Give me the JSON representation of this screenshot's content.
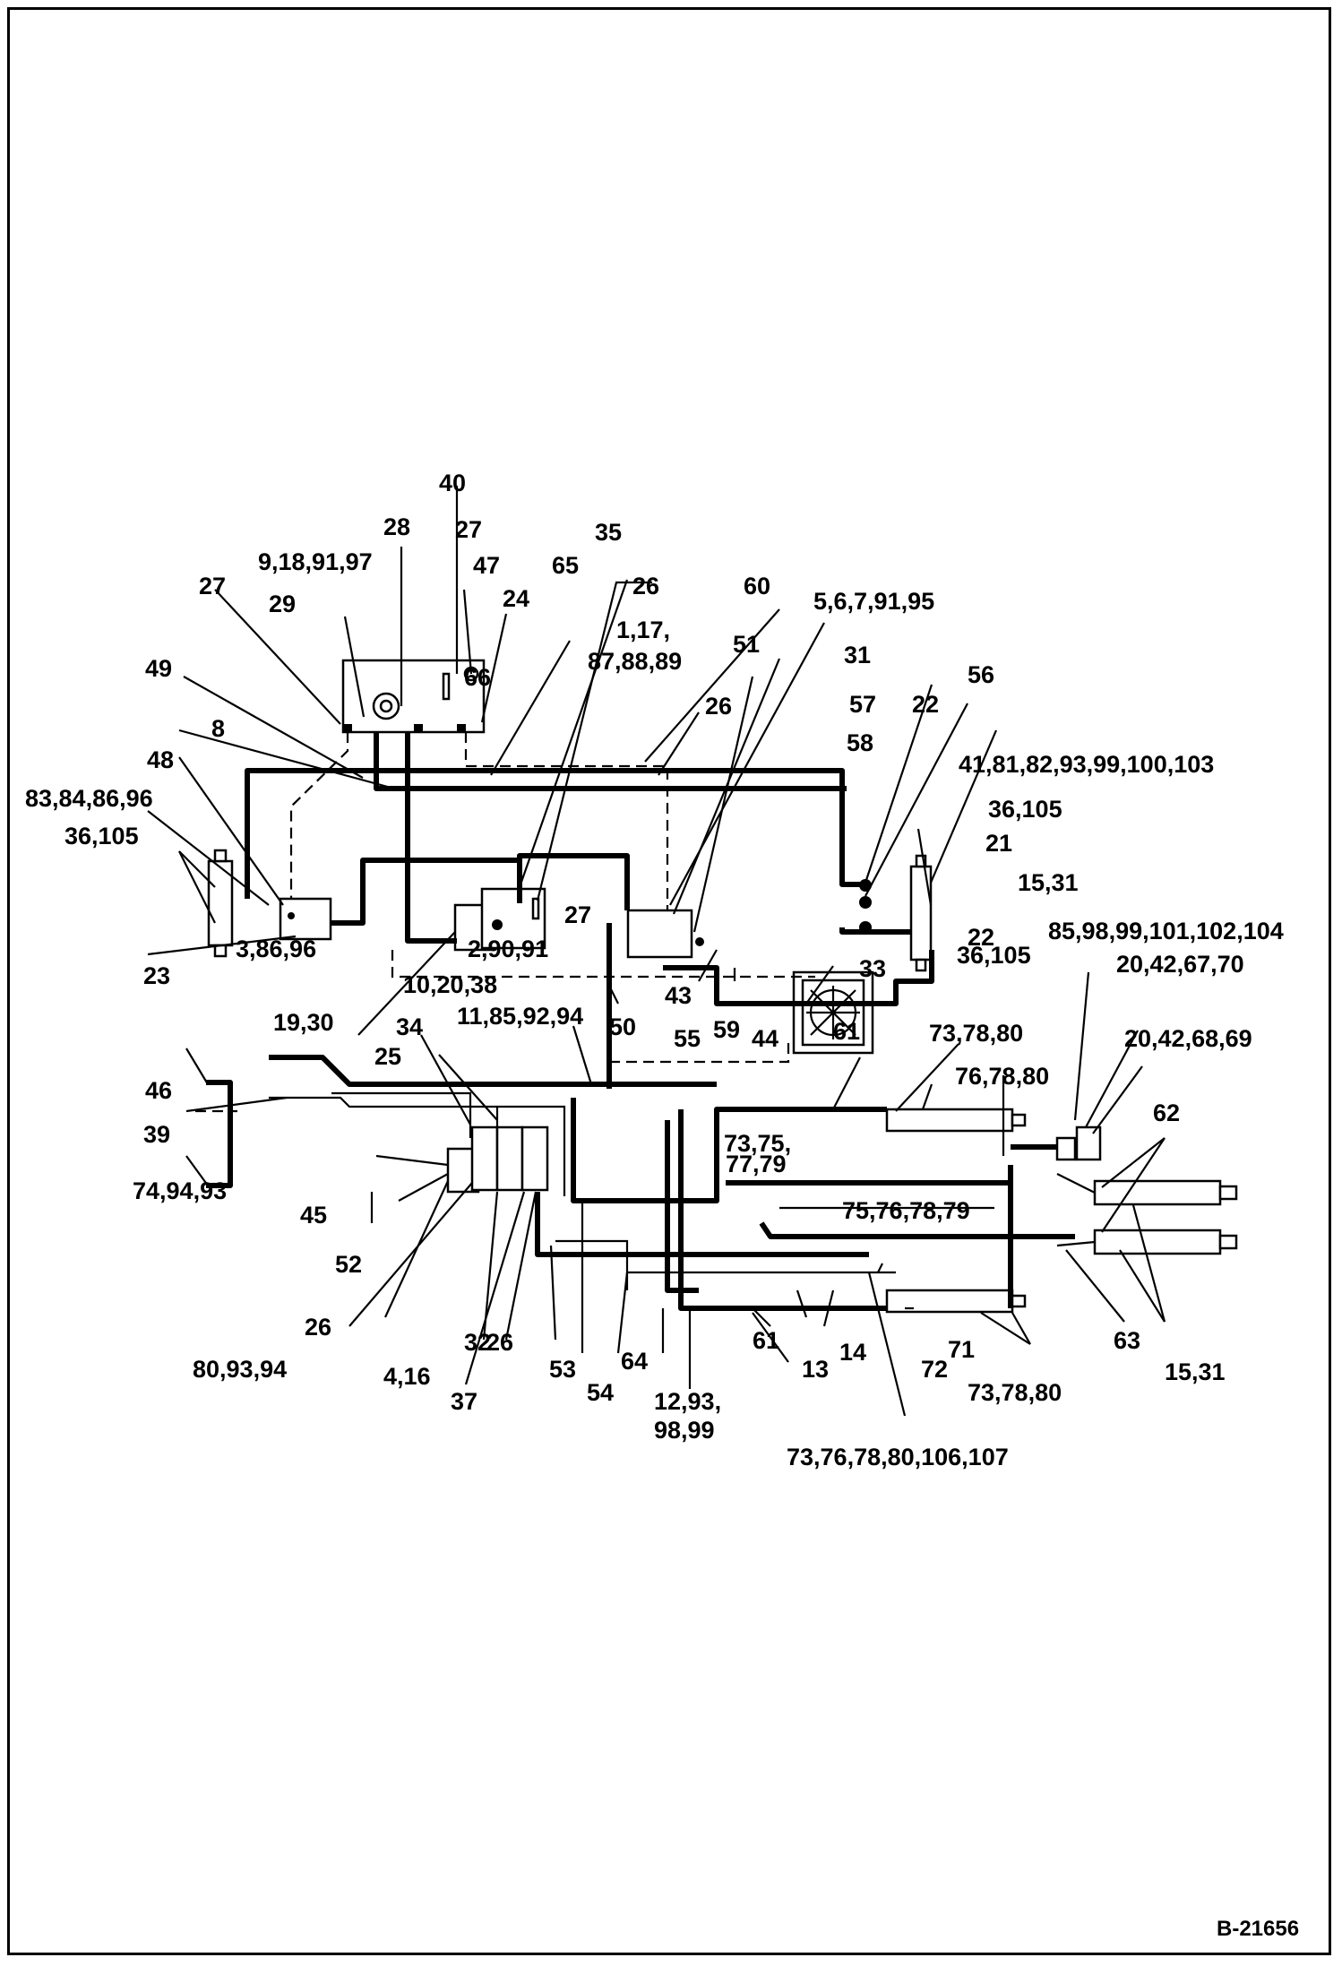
{
  "drawing_number": "B-21656",
  "callouts": [
    "40",
    "28",
    "27",
    "35",
    "9,18,91,97",
    "47",
    "65",
    "26",
    "60",
    "5,6,7,91,95",
    "27",
    "24",
    "29",
    "1,17,",
    "87,88,89",
    "51",
    "31",
    "49",
    "66",
    "26",
    "57",
    "56",
    "22",
    "58",
    "8",
    "41,81,82,93,99,100,103",
    "48",
    "36,105",
    "83,84,86,96",
    "21",
    "36,105",
    "15,31",
    "27",
    "22",
    "36,105",
    "23",
    "3,86,96",
    "2,90,91",
    "10,20,38",
    "85,98,99,101,102,104",
    "33",
    "19,30",
    "43",
    "20,42,67,70",
    "11,85,92,94",
    "50",
    "34",
    "55",
    "59",
    "44",
    "61",
    "73,78,80",
    "20,42,68,69",
    "25",
    "46",
    "76,78,80",
    "62",
    "39",
    "73,75,",
    "77,79",
    "74,94,93",
    "45",
    "75,76,78,79",
    "52",
    "26",
    "32",
    "26",
    "63",
    "80,93,94",
    "4,16",
    "53",
    "61",
    "13",
    "14",
    "71",
    "15,31",
    "37",
    "54",
    "64",
    "72",
    "12,93,",
    "73,78,80",
    "98,99",
    "73,76,78,80,106,107"
  ]
}
